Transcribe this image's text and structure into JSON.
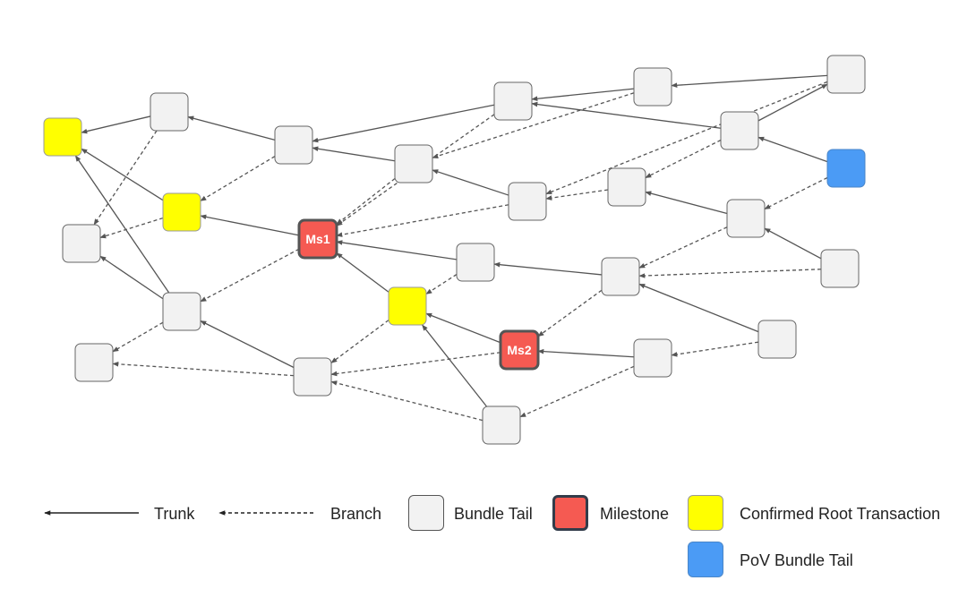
{
  "colors": {
    "bundle_tail_fill": "#f2f2f2",
    "bundle_tail_stroke": "#666666",
    "milestone_fill": "#f55a52",
    "milestone_stroke": "#555555",
    "confirmed_root_fill": "#ffff00",
    "pov_tail_fill": "#4b9bf5",
    "edge_color": "#555555"
  },
  "nodes": [
    {
      "id": "Y1",
      "type": "confirmed_root",
      "label": ""
    },
    {
      "id": "A",
      "type": "bundle_tail",
      "label": ""
    },
    {
      "id": "B",
      "type": "bundle_tail",
      "label": ""
    },
    {
      "id": "C",
      "type": "bundle_tail",
      "label": ""
    },
    {
      "id": "D",
      "type": "bundle_tail",
      "label": ""
    },
    {
      "id": "E",
      "type": "bundle_tail",
      "label": ""
    },
    {
      "id": "F",
      "type": "bundle_tail",
      "label": ""
    },
    {
      "id": "G",
      "type": "bundle_tail",
      "label": ""
    },
    {
      "id": "H",
      "type": "bundle_tail",
      "label": ""
    },
    {
      "id": "Y2",
      "type": "confirmed_root",
      "label": ""
    },
    {
      "id": "MS1",
      "type": "milestone",
      "label": "Ms1"
    },
    {
      "id": "I",
      "type": "bundle_tail",
      "label": ""
    },
    {
      "id": "J",
      "type": "bundle_tail",
      "label": ""
    },
    {
      "id": "K",
      "type": "bundle_tail",
      "label": ""
    },
    {
      "id": "L",
      "type": "bundle_tail",
      "label": ""
    },
    {
      "id": "BL",
      "type": "pov_tail",
      "label": ""
    },
    {
      "id": "M",
      "type": "bundle_tail",
      "label": ""
    },
    {
      "id": "N",
      "type": "bundle_tail",
      "label": ""
    },
    {
      "id": "O",
      "type": "bundle_tail",
      "label": ""
    },
    {
      "id": "P",
      "type": "bundle_tail",
      "label": ""
    },
    {
      "id": "Q",
      "type": "bundle_tail",
      "label": ""
    },
    {
      "id": "R",
      "type": "bundle_tail",
      "label": ""
    },
    {
      "id": "Y3",
      "type": "confirmed_root",
      "label": ""
    },
    {
      "id": "MS2",
      "type": "milestone",
      "label": "Ms2"
    },
    {
      "id": "S",
      "type": "bundle_tail",
      "label": ""
    },
    {
      "id": "T",
      "type": "bundle_tail",
      "label": ""
    },
    {
      "id": "U",
      "type": "bundle_tail",
      "label": ""
    },
    {
      "id": "V",
      "type": "bundle_tail",
      "label": ""
    },
    {
      "id": "W",
      "type": "bundle_tail",
      "label": ""
    }
  ],
  "edges": [
    {
      "from": "A",
      "to": "Y1",
      "kind": "trunk"
    },
    {
      "from": "A",
      "to": "G",
      "kind": "branch"
    },
    {
      "from": "B",
      "to": "A",
      "kind": "trunk"
    },
    {
      "from": "B",
      "to": "Y2",
      "kind": "branch"
    },
    {
      "from": "C",
      "to": "B",
      "kind": "trunk"
    },
    {
      "from": "C",
      "to": "MS1",
      "kind": "branch"
    },
    {
      "from": "E",
      "to": "C",
      "kind": "trunk"
    },
    {
      "from": "E",
      "to": "D",
      "kind": "branch"
    },
    {
      "from": "D",
      "to": "B",
      "kind": "trunk"
    },
    {
      "from": "D",
      "to": "MS1",
      "kind": "branch"
    },
    {
      "from": "F",
      "to": "E",
      "kind": "trunk"
    },
    {
      "from": "F",
      "to": "J",
      "kind": "branch"
    },
    {
      "from": "J",
      "to": "D",
      "kind": "trunk"
    },
    {
      "from": "J",
      "to": "MS1",
      "kind": "branch"
    },
    {
      "from": "I",
      "to": "C",
      "kind": "trunk"
    },
    {
      "from": "I",
      "to": "K",
      "kind": "branch"
    },
    {
      "from": "K",
      "to": "J",
      "kind": "branch"
    },
    {
      "from": "H",
      "to": "Y1",
      "kind": "trunk"
    },
    {
      "from": "H",
      "to": "V",
      "kind": "branch"
    },
    {
      "from": "Y2",
      "to": "G",
      "kind": "branch"
    },
    {
      "from": "Y2",
      "to": "Y1",
      "kind": "trunk"
    },
    {
      "from": "MS1",
      "to": "Y2",
      "kind": "trunk"
    },
    {
      "from": "MS1",
      "to": "H",
      "kind": "branch"
    },
    {
      "from": "L",
      "to": "F",
      "kind": "trunk"
    },
    {
      "from": "L",
      "to": "K",
      "kind": "branch"
    },
    {
      "from": "BL",
      "to": "L",
      "kind": "trunk"
    },
    {
      "from": "BL",
      "to": "M",
      "kind": "branch"
    },
    {
      "from": "M",
      "to": "K",
      "kind": "trunk"
    },
    {
      "from": "M",
      "to": "O",
      "kind": "branch"
    },
    {
      "from": "N",
      "to": "M",
      "kind": "trunk"
    },
    {
      "from": "N",
      "to": "O",
      "kind": "branch"
    },
    {
      "from": "O",
      "to": "P",
      "kind": "trunk"
    },
    {
      "from": "O",
      "to": "MS2",
      "kind": "branch"
    },
    {
      "from": "P",
      "to": "MS1",
      "kind": "trunk"
    },
    {
      "from": "P",
      "to": "Y3",
      "kind": "branch"
    },
    {
      "from": "Y3",
      "to": "MS1",
      "kind": "trunk"
    },
    {
      "from": "Y3",
      "to": "R",
      "kind": "branch"
    },
    {
      "from": "Q",
      "to": "O",
      "kind": "trunk"
    },
    {
      "from": "Q",
      "to": "S",
      "kind": "branch"
    },
    {
      "from": "S",
      "to": "MS2",
      "kind": "trunk"
    },
    {
      "from": "S",
      "to": "T",
      "kind": "branch"
    },
    {
      "from": "MS2",
      "to": "Y3",
      "kind": "trunk"
    },
    {
      "from": "MS2",
      "to": "R",
      "kind": "branch"
    },
    {
      "from": "T",
      "to": "Y3",
      "kind": "trunk"
    },
    {
      "from": "T",
      "to": "R",
      "kind": "branch"
    },
    {
      "from": "R",
      "to": "V",
      "kind": "trunk"
    },
    {
      "from": "R",
      "to": "W",
      "kind": "branch"
    },
    {
      "from": "V",
      "to": "G",
      "kind": "trunk"
    },
    {
      "from": "V",
      "to": "W",
      "kind": "branch"
    }
  ],
  "legend": {
    "trunk_label": "Trunk",
    "branch_label": "Branch",
    "bundle_tail_label": "Bundle Tail",
    "milestone_label": "Milestone",
    "confirmed_root_label": "Confirmed Root Transaction",
    "pov_tail_label": "PoV Bundle Tail"
  }
}
